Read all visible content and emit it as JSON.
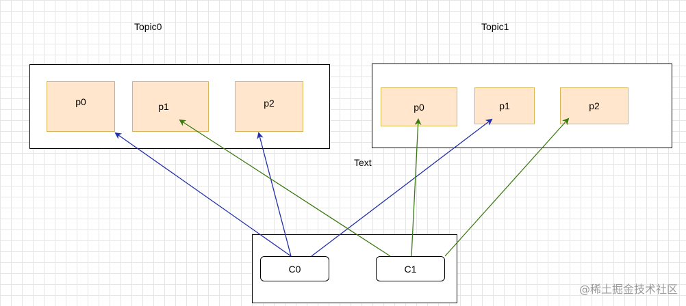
{
  "topic0": {
    "title": "Topic0",
    "partitions": [
      "p0",
      "p1",
      "p2"
    ]
  },
  "topic1": {
    "title": "Topic1",
    "partitions": [
      "p0",
      "p1",
      "p2"
    ]
  },
  "floating_text": "Text",
  "consumers": [
    "C0",
    "C1"
  ],
  "colors": {
    "c0_arrow": "#1f2fa8",
    "c1_arrow": "#3b7a12",
    "partition_fill": "#ffe6cc",
    "partition_border": "#d6b656"
  },
  "watermark": "@稀土掘金技术社区"
}
